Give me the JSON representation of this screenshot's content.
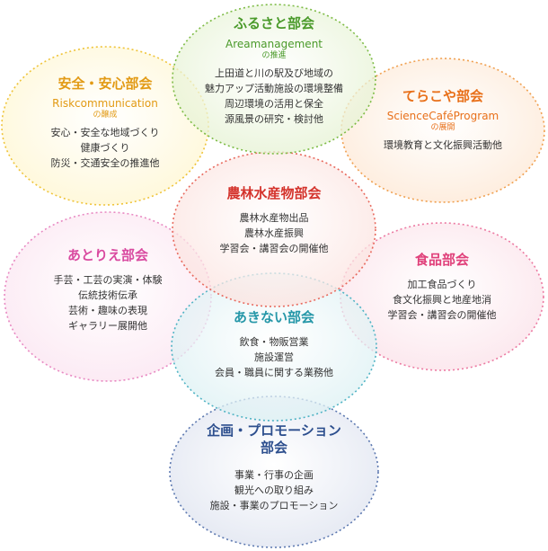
{
  "circles": [
    {
      "key": "furusato",
      "title": "ふるさと部会",
      "subtitle": "Areamanagement",
      "note": "の推進",
      "items": [
        "上田道と川の駅及び地域の",
        "魅力アップ活動施設の環境整備",
        "周辺環境の活用と保全",
        "源風景の研究・検討他"
      ],
      "color": "#4a9a2a",
      "fill": "#e3f1cf",
      "stroke": "#7dbb45"
    },
    {
      "key": "anzen",
      "title": "安全・安心部会",
      "subtitle": "Riskcommunication",
      "note": "の醸成",
      "items": [
        "安心・安全な地域づくり",
        "健康づくり",
        "防災・交通安全の推進他"
      ],
      "color": "#e29a14",
      "fill": "#fff6cf",
      "stroke": "#efc43a"
    },
    {
      "key": "terakoya",
      "title": "てらこや部会",
      "subtitle": "ScienceCaféProgram",
      "note": "の展開",
      "items": [
        "環境教育と文化振興活動他"
      ],
      "color": "#e8701a",
      "fill": "#fde7d3",
      "stroke": "#f0a050"
    },
    {
      "key": "nourin",
      "title": "農林水産物部会",
      "subtitle": "",
      "note": "",
      "items": [
        "農林水産物出品",
        "農林水産振興",
        "学習会・講習会の開催他"
      ],
      "color": "#d4332c",
      "fill": "#fbe0dc",
      "stroke": "#e86a5e"
    },
    {
      "key": "atorie",
      "title": "あとりえ部会",
      "subtitle": "",
      "note": "",
      "items": [
        "手芸・工芸の実演・体験",
        "伝統技術伝承",
        "芸術・趣味の表現",
        "ギャラリー展開他"
      ],
      "color": "#d94aa0",
      "fill": "#fbe3f0",
      "stroke": "#e889c2"
    },
    {
      "key": "shokuhin",
      "title": "食品部会",
      "subtitle": "",
      "note": "",
      "items": [
        "加工食品づくり",
        "食文化振興と地産地消",
        "学習会・講習会の開催他"
      ],
      "color": "#e0407a",
      "fill": "#fbe0e8",
      "stroke": "#ec7aa2"
    },
    {
      "key": "akinai",
      "title": "あきない部会",
      "subtitle": "",
      "note": "",
      "items": [
        "飲食・物販営業",
        "施設運営",
        "会員・職員に関する業務他"
      ],
      "color": "#2597a8",
      "fill": "#d9eff2",
      "stroke": "#4fb3c4"
    },
    {
      "key": "kikaku",
      "title": "企画・プロモーション",
      "title2": "部会",
      "subtitle": "",
      "note": "",
      "items": [
        "事業・行事の企画",
        "観光への取り組み",
        "施設・事業のプロモーション"
      ],
      "color": "#2d4f8e",
      "fill": "#dfe4f0",
      "stroke": "#5c78b0"
    }
  ]
}
